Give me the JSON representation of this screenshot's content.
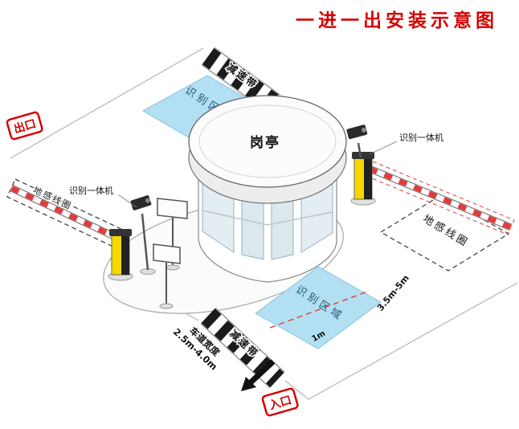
{
  "title": "一进一出安装示意图",
  "badges": {
    "exit": "出口",
    "entrance": "入口"
  },
  "booth": {
    "label": "岗亭"
  },
  "labels": {
    "recognition_machine_right": "识别一体机",
    "recognition_machine_left": "识别一体机",
    "ground_loop_left": "地感线圈",
    "ground_loop_right": "地感线圈",
    "recognition_zone_top": "识别区域",
    "recognition_zone_bottom": "识别区域",
    "speed_bump_top": "减速带",
    "speed_bump_bottom": "减速带"
  },
  "measurements": {
    "loop_to_zone": "3.5m-5m",
    "zone_offset": "1m",
    "lane_width_title": "车道宽度",
    "lane_width_value": "2.5m-4.0m"
  },
  "colors": {
    "accent_red": "#d60000",
    "barrier_red": "#e23b3b",
    "zone_blue": "#b3dff2",
    "zone_text": "#1a5a78",
    "machine_yellow": "#f6d800",
    "stripe_black": "#1b1b1b"
  }
}
